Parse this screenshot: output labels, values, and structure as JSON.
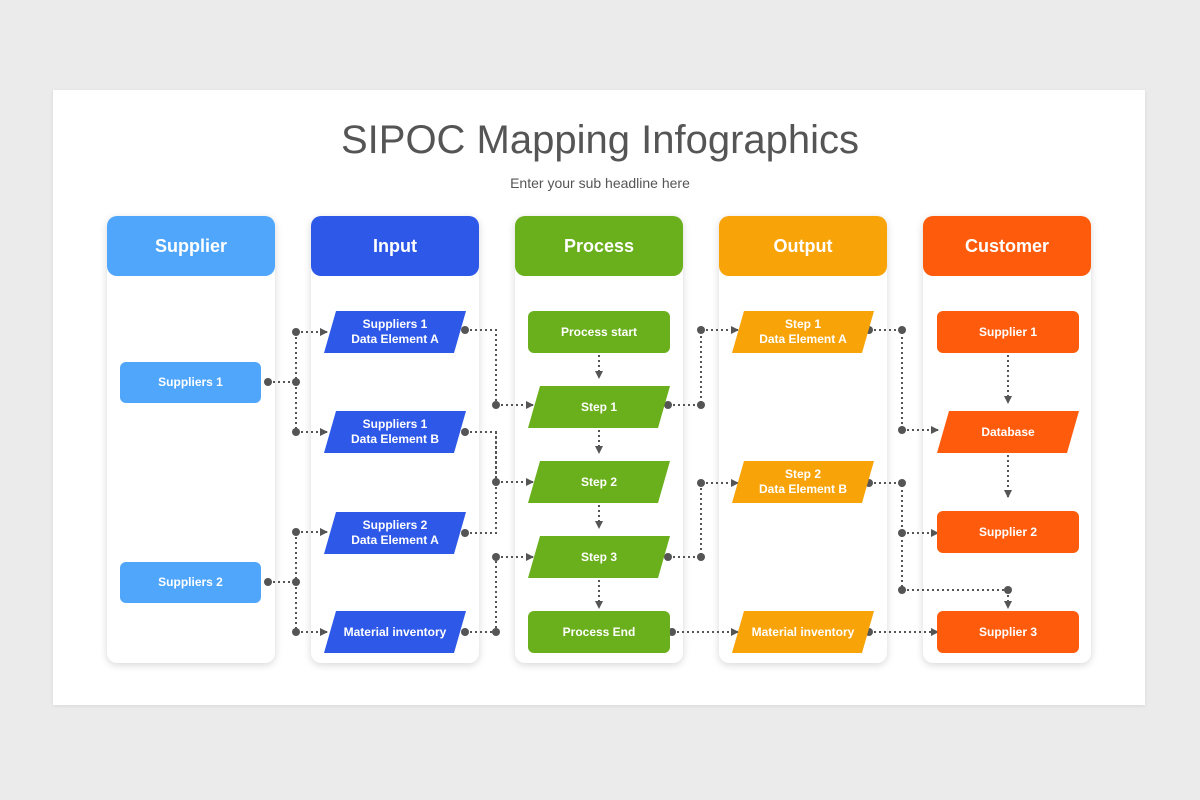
{
  "title": "SIPOC Mapping Infographics",
  "subtitle": "Enter your sub headline here",
  "colors": {
    "supplier": "#4fa6fb",
    "input": "#2d58e8",
    "process": "#6aaf1c",
    "output": "#f8a307",
    "customer": "#fe5c0c",
    "connector": "#555555"
  },
  "columns": {
    "supplier": "Supplier",
    "input": "Input",
    "process": "Process",
    "output": "Output",
    "customer": "Customer"
  },
  "nodes": {
    "supplier": [
      "Suppliers 1",
      "Suppliers 2"
    ],
    "input": [
      "Suppliers 1\nData Element A",
      "Suppliers 1\nData Element B",
      "Suppliers 2\nData Element A",
      "Material inventory"
    ],
    "process": [
      "Process start",
      "Step 1",
      "Step 2",
      "Step 3",
      "Process End"
    ],
    "output": [
      "Step 1\nData Element A",
      "Step 2\nData Element B",
      "Material inventory"
    ],
    "customer": [
      "Supplier 1",
      "Database",
      "Supplier 2",
      "Supplier 3"
    ]
  }
}
